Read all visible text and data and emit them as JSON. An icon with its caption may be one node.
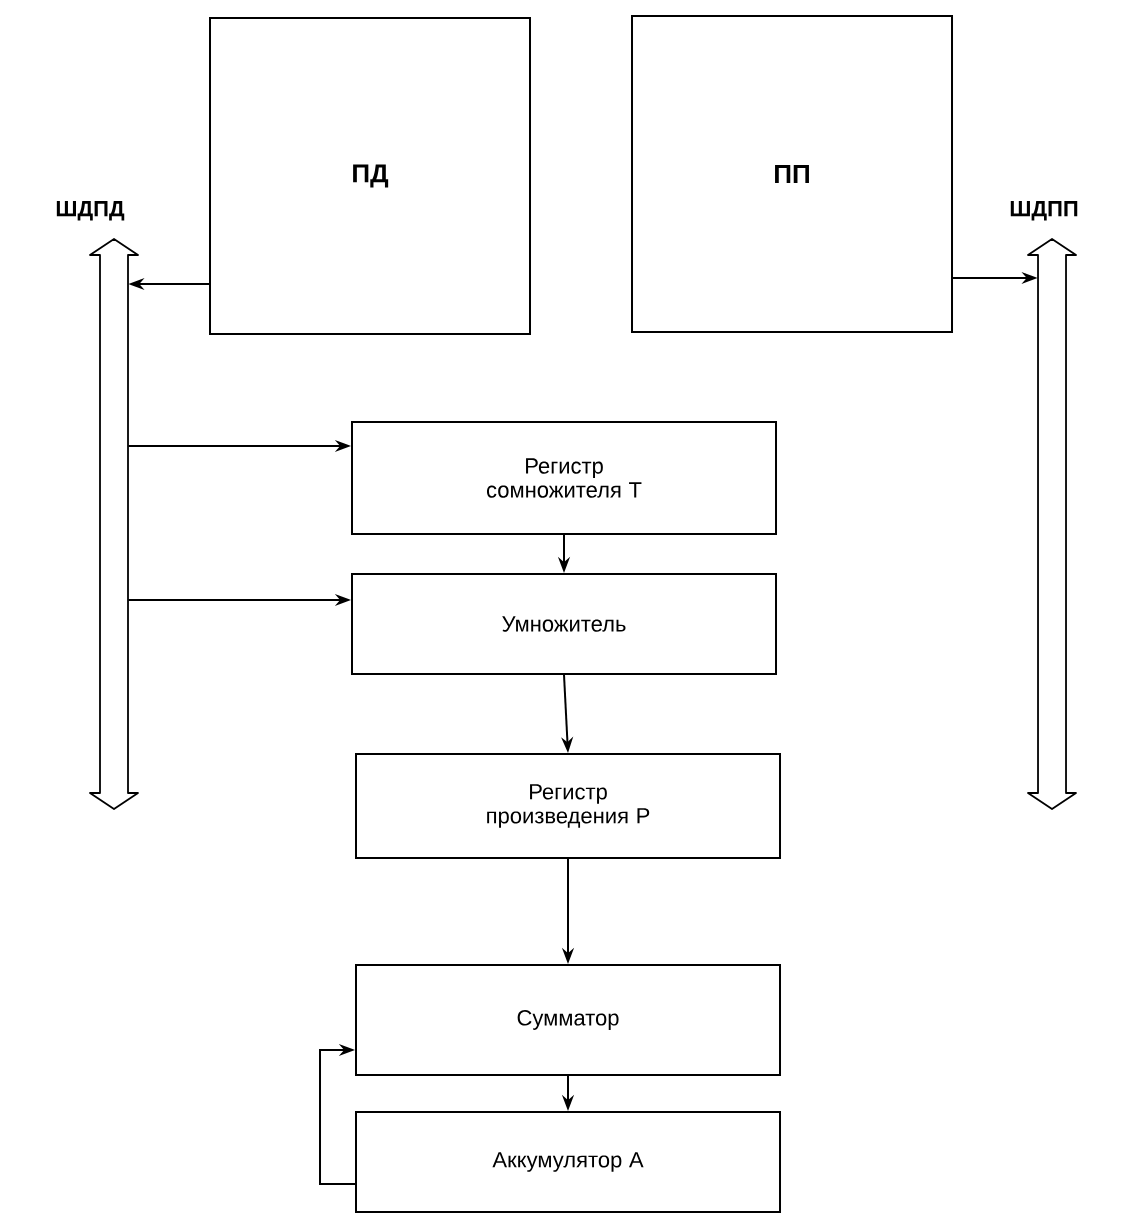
{
  "diagram": {
    "nodes": [
      {
        "text": [
          "ПД"
        ]
      },
      {
        "text": [
          "ПП"
        ]
      },
      {
        "text": [
          "ШДПД"
        ]
      },
      {
        "text": [
          "ШДПП"
        ]
      },
      {
        "text": [
          "Регистр сомножителя T"
        ]
      },
      {
        "text": [
          "Умножитель"
        ]
      },
      {
        "text": [
          "Регистр произведения P"
        ]
      },
      {
        "text": [
          "Сумматор"
        ]
      },
      {
        "text": [
          "Аккумулятор A"
        ]
      }
    ],
    "edges": [
      {
        "from": 0,
        "to": 2,
        "arrow": "to"
      },
      {
        "from": 1,
        "to": 3,
        "arrow": "to"
      },
      {
        "from": 2,
        "to": 4,
        "arrow": "to"
      },
      {
        "from": 2,
        "to": 5,
        "arrow": "to"
      },
      {
        "from": 4,
        "to": 5,
        "arrow": "to"
      },
      {
        "from": 5,
        "to": 6,
        "arrow": "to"
      },
      {
        "from": 6,
        "to": 7,
        "arrow": "to"
      },
      {
        "from": 7,
        "to": 8,
        "arrow": "to"
      },
      {
        "from": 8,
        "to": 7,
        "arrow": "to"
      }
    ]
  }
}
